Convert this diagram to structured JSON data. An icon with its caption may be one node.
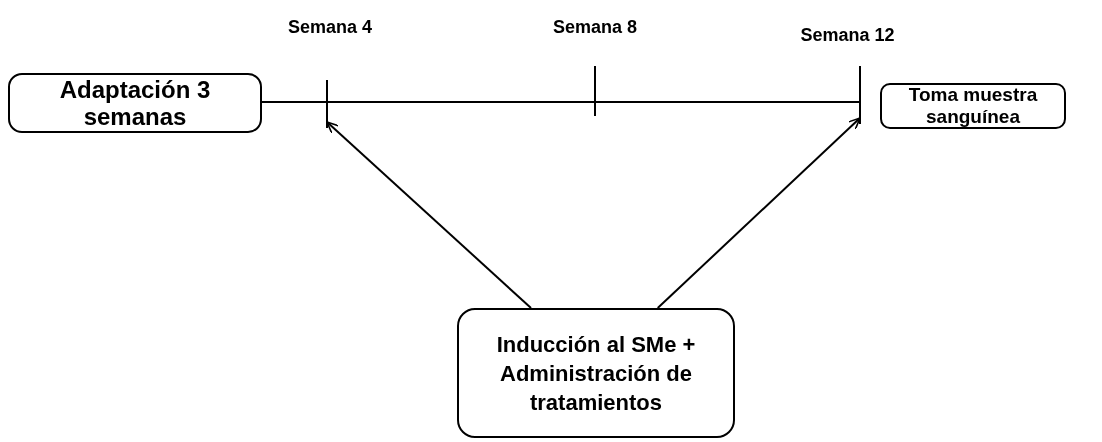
{
  "diagram": {
    "nodes": [
      {
        "text": [
          "Adaptación 3 semanas"
        ]
      },
      {
        "text": [
          "Toma muestra sanguínea"
        ]
      },
      {
        "text": [
          "Inducción al SMe + Administración de tratamientos"
        ]
      },
      {
        "text": [],
        "shape": "bar"
      },
      {
        "text": [],
        "shape": "bar"
      },
      {
        "text": [],
        "shape": "bar"
      }
    ],
    "edges": [
      {
        "from": 0,
        "to": 5,
        "arrow": "none"
      },
      {
        "from": 2,
        "to": 3,
        "arrow": "to"
      },
      {
        "from": 2,
        "to": 5,
        "arrow": "to"
      }
    ],
    "labels": [
      "Semana 4",
      "Semana 8",
      "Semana 12"
    ]
  }
}
